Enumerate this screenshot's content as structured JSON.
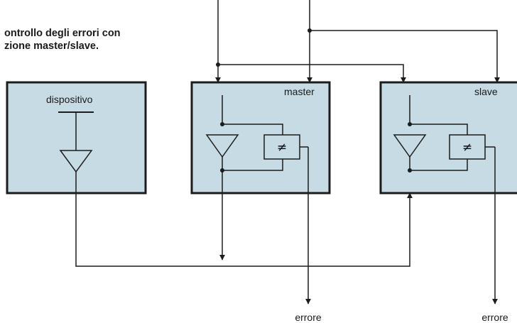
{
  "caption": {
    "line1": "ontrollo degli errori con",
    "line2": "zione master/slave."
  },
  "blocks": {
    "device": {
      "label": "dispositivo"
    },
    "master": {
      "label": "master"
    },
    "slave": {
      "label": "slave"
    }
  },
  "comparator_symbol": "≠",
  "outputs": {
    "master_error": "errore",
    "slave_error": "errore"
  },
  "colors": {
    "block_fill": "#c6dbe3",
    "block_border": "#1c1c1c",
    "line": "#1c1c1c"
  }
}
